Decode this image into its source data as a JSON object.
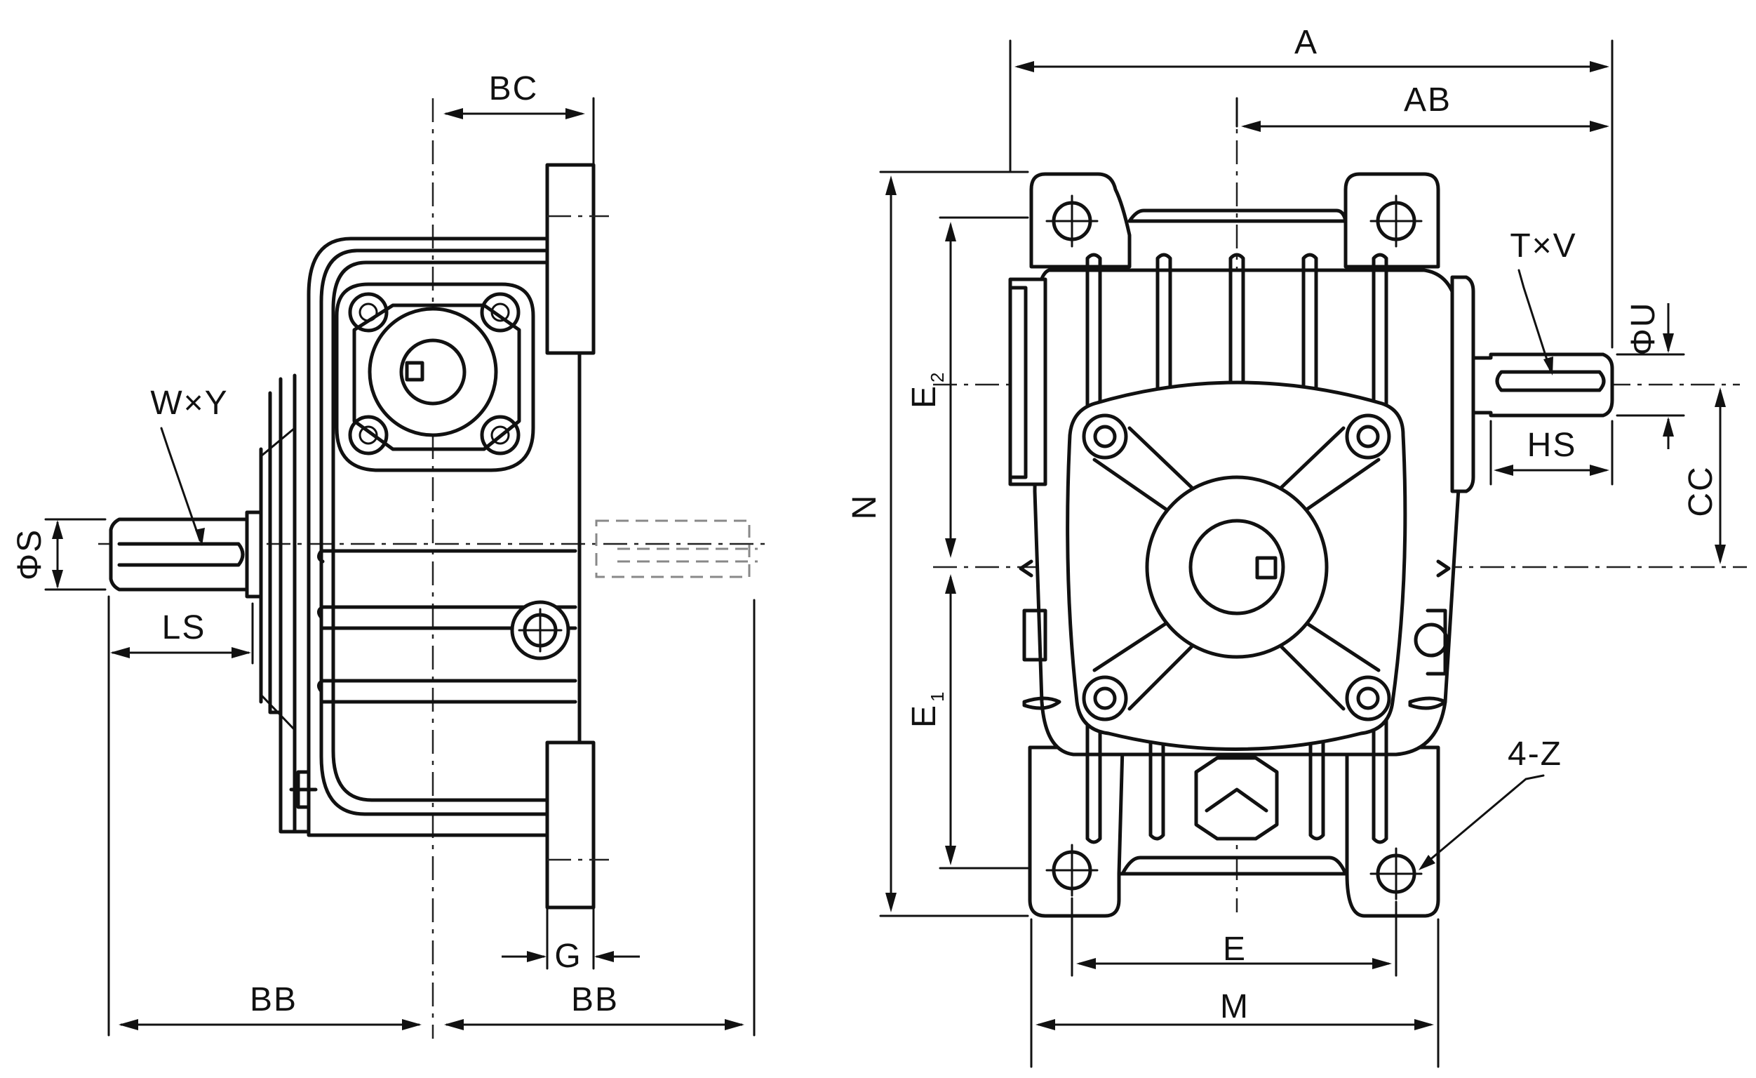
{
  "labels": {
    "A": "A",
    "AB": "AB",
    "BC": "BC",
    "BB_left": "BB",
    "BB_right": "BB",
    "G": "G",
    "LS": "LS",
    "S": "ΦS",
    "WxY": "W×Y",
    "TxV": "T×V",
    "U": "ΦU",
    "HS": "HS",
    "CC": "CC",
    "N": "N",
    "E2": "E",
    "E2_sub": "2",
    "E1": "E",
    "E1_sub": "1",
    "E": "E",
    "M": "M",
    "Z": "4-Z"
  }
}
